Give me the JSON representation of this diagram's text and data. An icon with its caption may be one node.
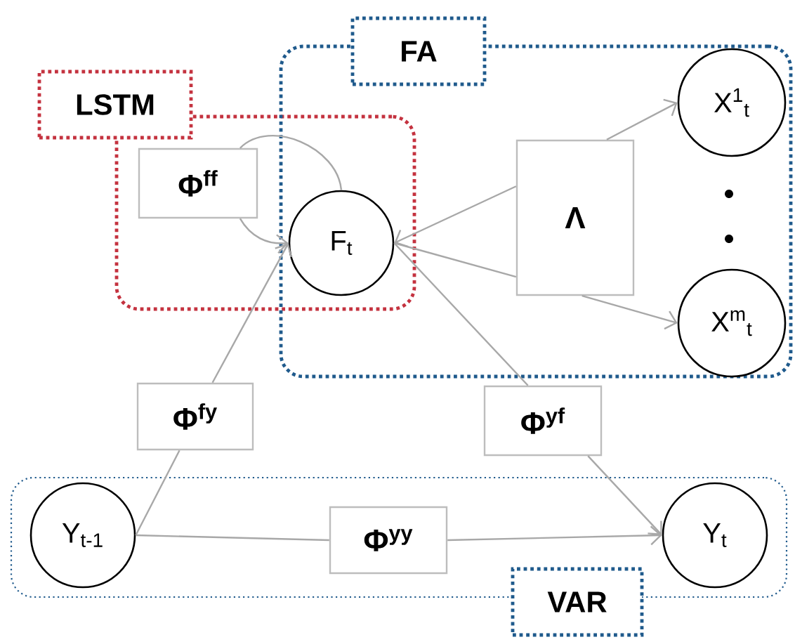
{
  "diagram": {
    "nodes": [
      {
        "text": [
          "LSTM"
        ]
      },
      {
        "text": [
          "Φ$^{ff}$"
        ],
        "in": 0
      },
      {
        "text": [
          "F$_{t}$"
        ]
      },
      {
        "text": [
          "FA"
        ]
      },
      {
        "text": [
          "Λ"
        ],
        "in": 3
      },
      {
        "text": [
          "X$^{1}$$_{t}$"
        ],
        "in": 3
      },
      {
        "text": [
          "X$^{m}$$_{t}$"
        ],
        "in": 3
      },
      {
        "text": [
          "Φ$^{fy}$"
        ]
      },
      {
        "text": [
          "Φ$^{yf}$"
        ]
      },
      {
        "text": [
          "VAR"
        ]
      },
      {
        "text": [
          "Y$_{t-1}$"
        ],
        "in": 9
      },
      {
        "text": [
          "Φ$^{yy}$"
        ],
        "in": 9
      },
      {
        "text": [
          "Y$_{t}$"
        ],
        "in": 9
      }
    ],
    "edges": [
      {
        "from": 2,
        "to": 1,
        "arrow": "none"
      },
      {
        "from": 1,
        "to": 2,
        "arrow": "to"
      },
      {
        "from": 4,
        "to": 2,
        "arrow": "to"
      },
      {
        "from": 2,
        "to": 4,
        "arrow": "none"
      },
      {
        "from": 4,
        "to": 5,
        "arrow": "to"
      },
      {
        "from": 4,
        "to": 6,
        "arrow": "to"
      },
      {
        "from": 10,
        "to": 7,
        "arrow": "none"
      },
      {
        "from": 7,
        "to": 2,
        "arrow": "to"
      },
      {
        "from": 2,
        "to": 8,
        "arrow": "none"
      },
      {
        "from": 8,
        "to": 12,
        "arrow": "to"
      },
      {
        "from": 10,
        "to": 11,
        "arrow": "none"
      },
      {
        "from": 11,
        "to": 12,
        "arrow": "to"
      }
    ]
  }
}
